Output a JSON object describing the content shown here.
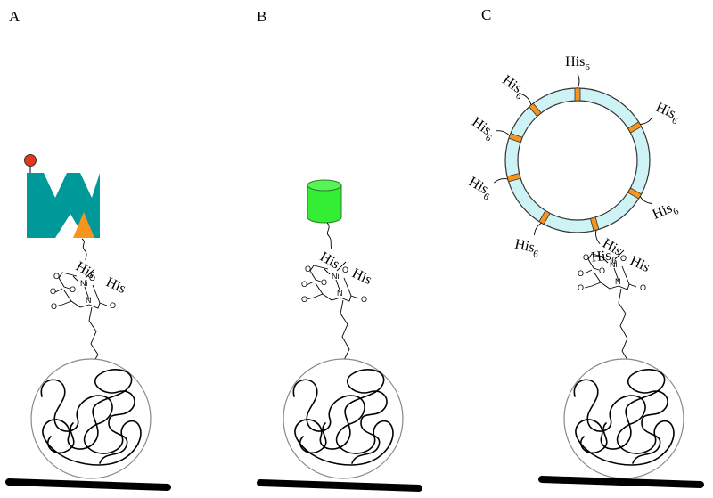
{
  "panels": [
    {
      "label": "A",
      "ligand": "His",
      "atoms": {
        "n": "N",
        "ni": "Ni",
        "o": "O"
      }
    },
    {
      "label": "B",
      "ligand": "His",
      "atoms": {
        "n": "N",
        "ni": "Ni",
        "o": "O"
      }
    },
    {
      "label": "C",
      "ligand": "His",
      "atoms": {
        "n": "N",
        "ni": "Ni",
        "o": "O"
      }
    }
  ],
  "ring_tags": {
    "text": "His",
    "subscript": "6"
  },
  "colors": {
    "teal_protein": "#009999",
    "orange_domain": "#f7941d",
    "red_tag": "#e8361a",
    "green_protein": "#33ee33",
    "ring_fill": "#cdf3f5",
    "ring_segment": "#f7941d",
    "bead_outline": "#888888",
    "surface": "#000000"
  },
  "icons": {
    "protein_a": "teal-w-shaped-protein-icon",
    "protein_b": "green-cylinder-protein-icon",
    "protein_c": "ring-protein-complex-icon",
    "bead": "polymer-bead-icon"
  }
}
